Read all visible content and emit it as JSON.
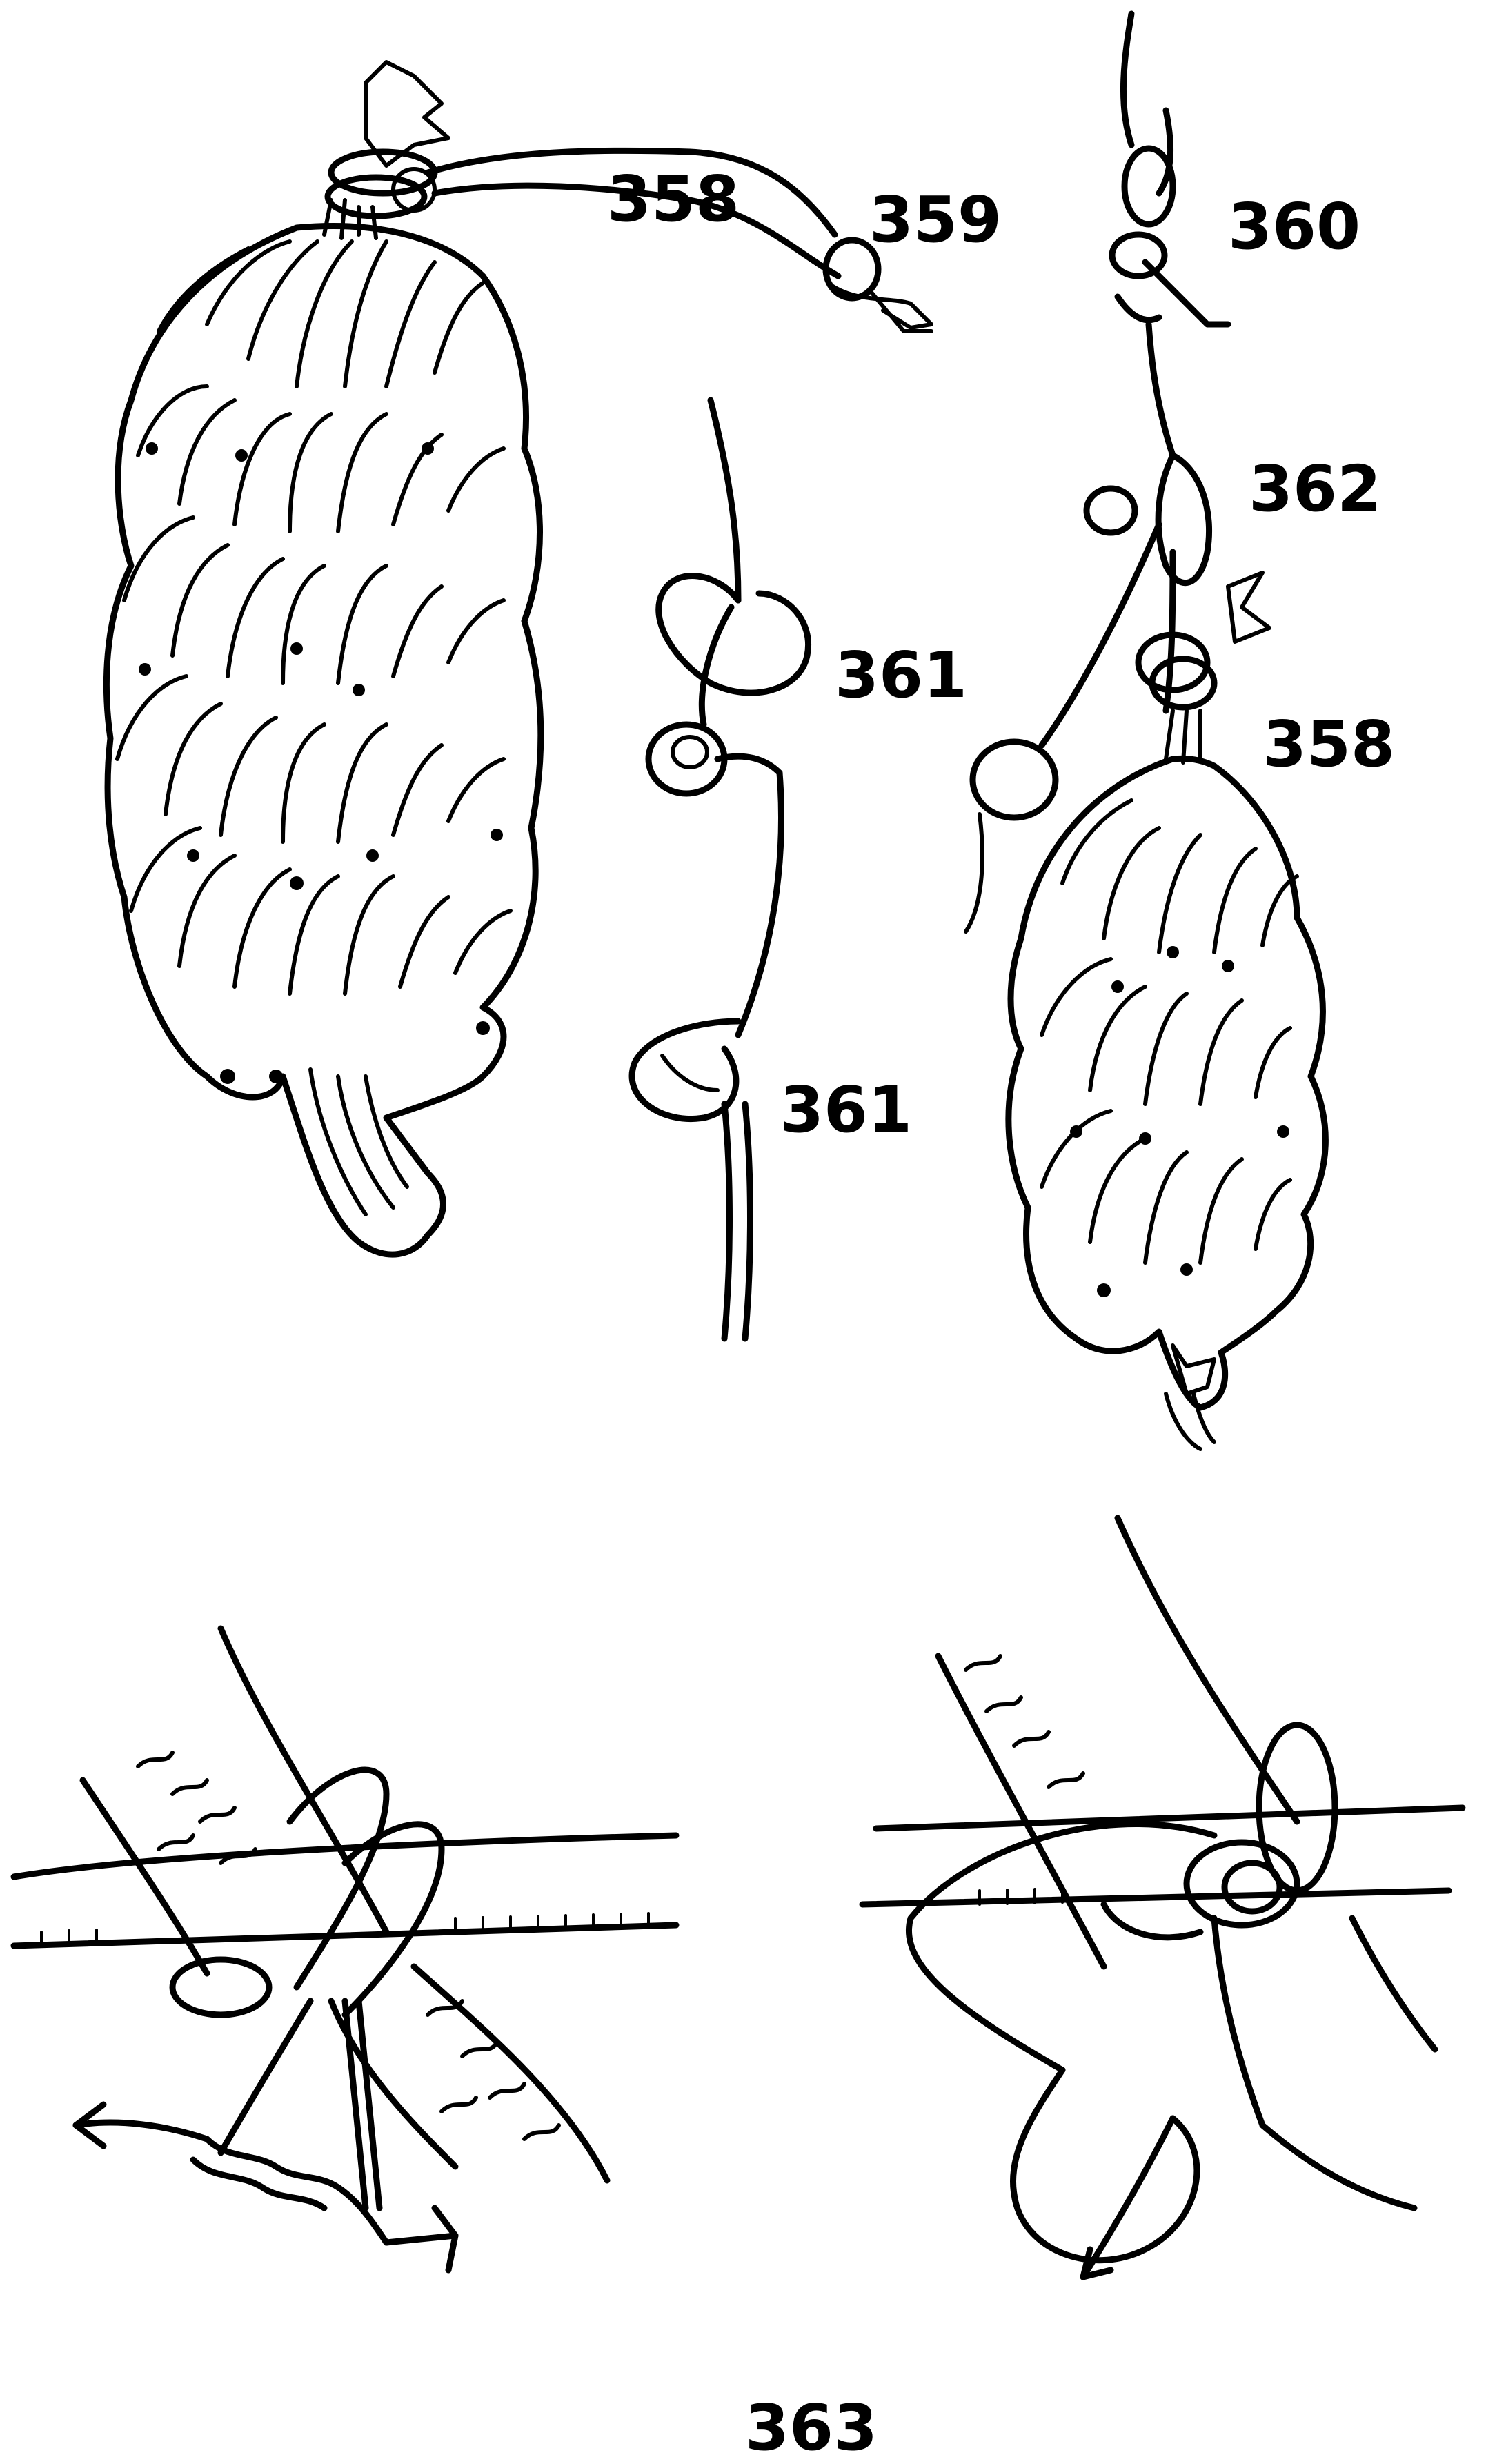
{
  "labels": {
    "fig358_top": "358",
    "fig359": "359",
    "fig360": "360",
    "fig361_upper": "361",
    "fig361_lower": "361",
    "fig362": "362",
    "fig358_right": "358",
    "fig363": "363"
  }
}
